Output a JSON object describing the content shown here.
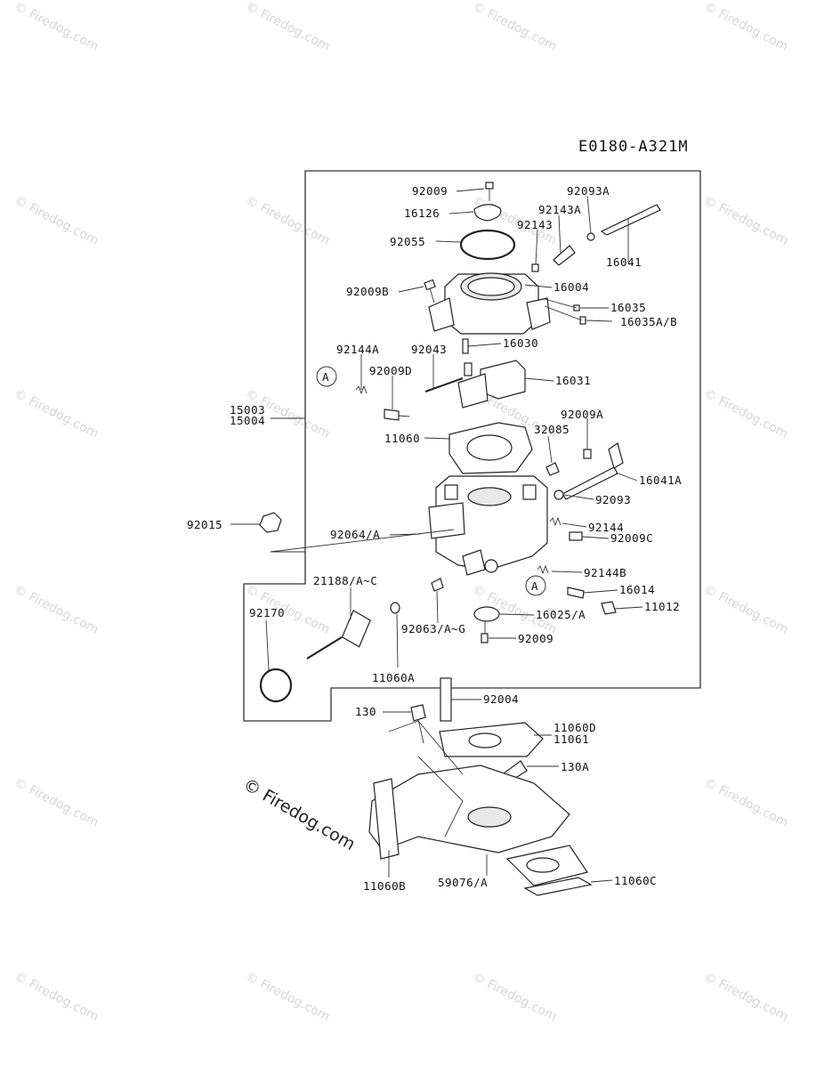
{
  "diagram_code": "E0180-A321M",
  "watermark": "© Firedog.com",
  "callouts": {
    "ref_a": "A",
    "p92009_top": "92009",
    "p16126": "16126",
    "p92055": "92055",
    "p92093A": "92093A",
    "p92143A": "92143A",
    "p92143": "92143",
    "p16041": "16041",
    "p92009B": "92009B",
    "p16004": "16004",
    "p16035": "16035",
    "p16035AB": "16035A/B",
    "p16030": "16030",
    "p92144A": "92144A",
    "p92043": "92043",
    "p92009D": "92009D",
    "p16031": "16031",
    "p15003": "15003",
    "p15004": "15004",
    "p11060": "11060",
    "p32085": "32085",
    "p92009A": "92009A",
    "p16041A": "16041A",
    "p92093": "92093",
    "p92015": "92015",
    "p92064A": "92064/A",
    "p92144": "92144",
    "p92009C": "92009C",
    "p92144B": "92144B",
    "p21188": "21188/A~C",
    "p16014": "16014",
    "p11012": "11012",
    "p92170": "92170",
    "p16025A": "16025/A",
    "p92063": "92063/A~G",
    "p92009_bottom": "92009",
    "p11060A": "11060A",
    "p92004": "92004",
    "p130": "130",
    "p11060D": "11060D",
    "p11061": "11061",
    "p130A": "130A",
    "p11060B": "11060B",
    "p59076A": "59076/A",
    "p11060C": "11060C"
  }
}
